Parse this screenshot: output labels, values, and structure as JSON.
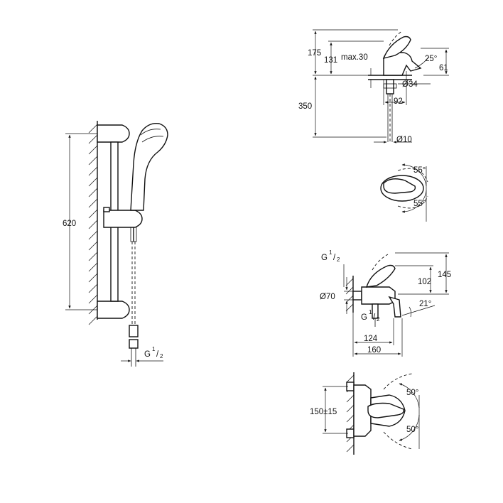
{
  "shower_rail": {
    "height_label": "620",
    "thread_label": "G",
    "thread_sup": "1",
    "thread_sub": "2"
  },
  "basin_mixer": {
    "h175": "175",
    "h131": "131",
    "max30": "max.30",
    "angle25": "25°",
    "h61": "61",
    "dia34": "Ø34",
    "w92": "92",
    "h350": "350",
    "dia10": "Ø10"
  },
  "basin_top": {
    "angle_upper": "55°",
    "angle_lower": "55°"
  },
  "bath_mixer": {
    "thread_top": "G",
    "thread_top_sup": "1",
    "thread_top_sub": "2",
    "dia70": "Ø70",
    "thread_bottom": "G",
    "thread_bottom_sup": "1",
    "thread_bottom_sub": "2",
    "h102": "102",
    "h145": "145",
    "angle21": "21°",
    "w124": "124",
    "w160": "160"
  },
  "bath_top": {
    "h150": "150±15",
    "angle_upper": "50°",
    "angle_lower": "50°"
  }
}
